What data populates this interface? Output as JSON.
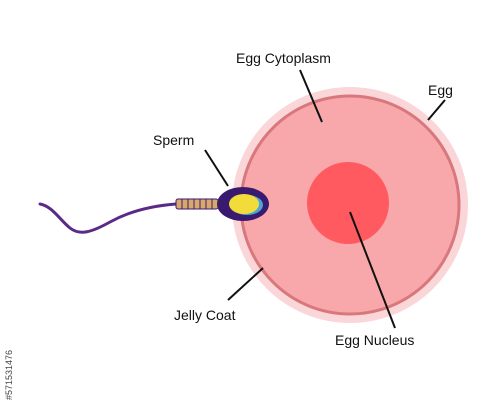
{
  "labels": {
    "cytoplasm": "Egg Cytoplasm",
    "egg": "Egg",
    "sperm": "Sperm",
    "jelly_coat": "Jelly Coat",
    "nucleus": "Egg Nucleus"
  },
  "stock_id": "#571531476",
  "colors": {
    "jelly_coat": "#fbd6d8",
    "egg_membrane": "#d8787c",
    "cytoplasm": "#f8a8aa",
    "nucleus": "#ff5a5f",
    "sperm_tail": "#5b2a86",
    "sperm_head_outline": "#3a1a6e",
    "sperm_head_fill": "#f2dc3a",
    "midpiece": "#d9a86b",
    "leader_line": "#111111"
  }
}
